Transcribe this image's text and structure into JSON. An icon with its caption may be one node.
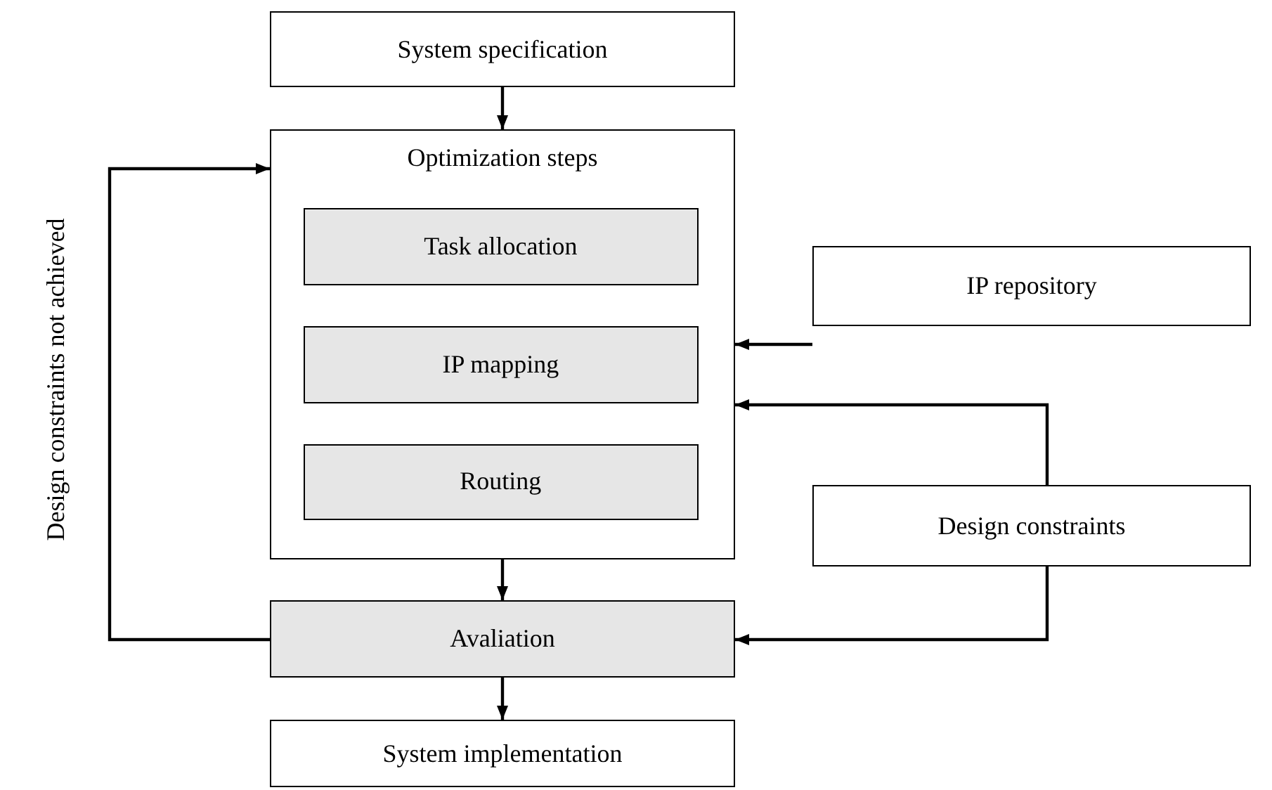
{
  "diagram": {
    "nodes": [
      {
        "text": [
          "System specification"
        ]
      },
      {
        "text": [
          "Optimization steps"
        ]
      },
      {
        "text": [
          "Task allocation"
        ],
        "in": 1
      },
      {
        "text": [
          "IP mapping"
        ],
        "in": 1
      },
      {
        "text": [
          "Routing"
        ],
        "in": 1
      },
      {
        "text": [
          "IP repository"
        ]
      },
      {
        "text": [
          "Design constraints"
        ]
      },
      {
        "text": [
          "Avaliation"
        ]
      },
      {
        "text": [
          "System implementation"
        ]
      }
    ],
    "edges": [
      {
        "from": 0,
        "to": 1,
        "arrow": "to"
      },
      {
        "from": 1,
        "to": 7,
        "arrow": "to"
      },
      {
        "from": 7,
        "to": 8,
        "arrow": "to"
      },
      {
        "from": 5,
        "to": 1,
        "arrow": "to"
      },
      {
        "from": 6,
        "to": 1,
        "arrow": "to"
      },
      {
        "from": 6,
        "to": 7,
        "arrow": "to"
      },
      {
        "from": 7,
        "to": 1,
        "arrow": "to",
        "label": "Design constraints not achieved"
      }
    ]
  }
}
